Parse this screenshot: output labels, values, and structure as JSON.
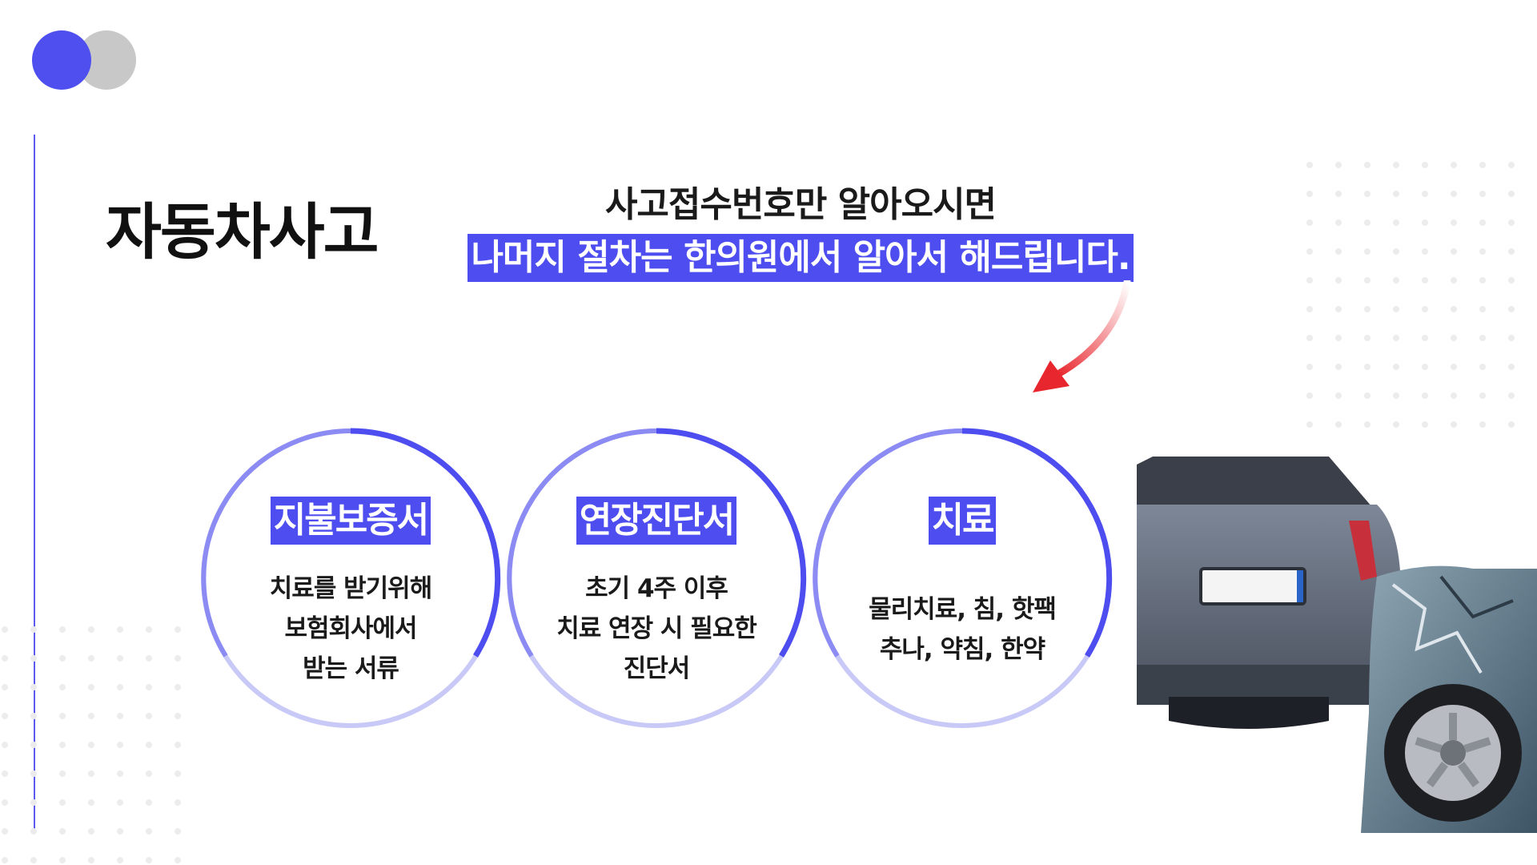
{
  "page": {
    "title": "자동차사고",
    "headline_line1": "사고접수번호만 알아오시면",
    "headline_line2": "나머지 절차는 한의원에서 알아서 해드립니다."
  },
  "colors": {
    "accent": "#4d4df0",
    "ring_light": "#c9c9f7",
    "arrow": "#e8262d",
    "logo_grey": "#c8c8c8"
  },
  "cards": [
    {
      "label": "지불보증서",
      "lines": [
        "치료를 받기위해",
        "보험회사에서",
        "받는 서류"
      ]
    },
    {
      "label": "연장진단서",
      "lines": [
        "초기 4주 이후",
        "치료 연장 시 필요한",
        "진단서"
      ]
    },
    {
      "label": "치료",
      "lines": [
        "물리치료, 침, 핫팩",
        "추나, 약침, 한약"
      ]
    }
  ]
}
